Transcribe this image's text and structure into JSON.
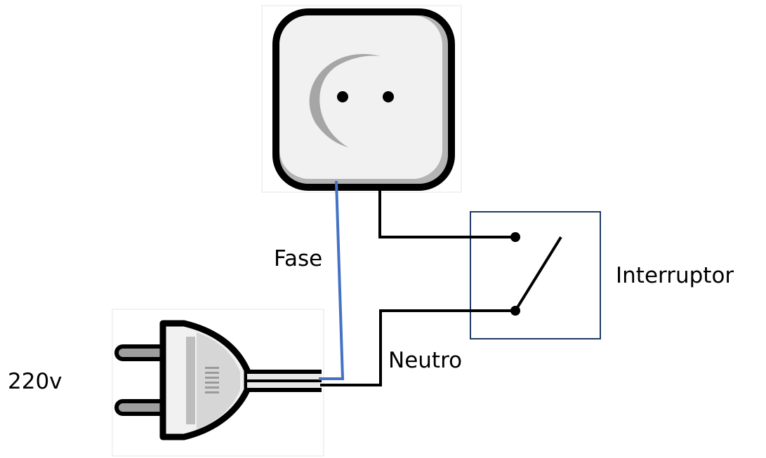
{
  "labels": {
    "phase": "Fase",
    "neutral": "Neutro",
    "switch": "Interruptor",
    "voltage": "220v"
  },
  "colors": {
    "phase_wire": "#4472c4",
    "neutral_wire": "#000000",
    "switch_box_border": "#1f3864",
    "device_fill": "#f1f1f1",
    "device_shadow": "#b4b4b4"
  },
  "icons": {
    "socket": "wall-socket-icon",
    "plug": "power-plug-icon",
    "switch": "switch-symbol-icon"
  }
}
